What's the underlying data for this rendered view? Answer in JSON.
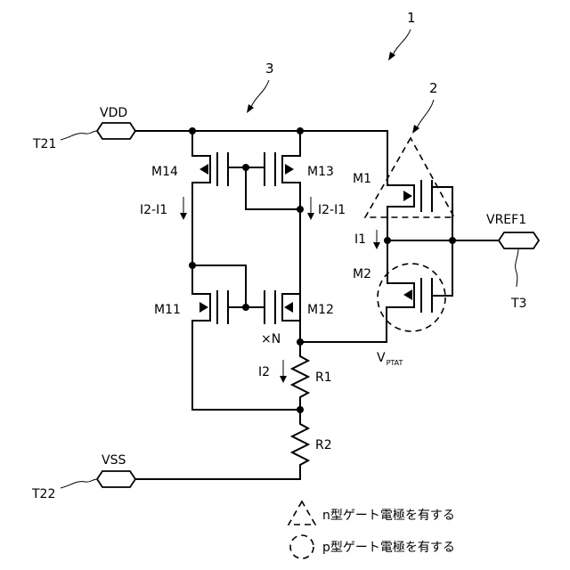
{
  "figure": {
    "ref_numbers": [
      "1",
      "2",
      "3"
    ],
    "terminals": {
      "vdd": "VDD",
      "vss": "VSS",
      "vref": "VREF1",
      "t21": "T21",
      "t22": "T22",
      "t3": "T3"
    },
    "transistors": [
      "M14",
      "M13",
      "M11",
      "M12",
      "M1",
      "M2"
    ],
    "currents": {
      "left": "I2-I1",
      "right": "I2-I1",
      "i1": "I1",
      "i2": "I2"
    },
    "node_n": "×N",
    "vptat": {
      "main": "V",
      "subscript": "PTAT"
    },
    "resistors": [
      "R1",
      "R2"
    ],
    "legend": [
      {
        "symbol": "dashed-triangle",
        "text": "n型ゲート電極を有する"
      },
      {
        "symbol": "dashed-circle",
        "text": "p型ゲート電極を有する"
      }
    ]
  }
}
